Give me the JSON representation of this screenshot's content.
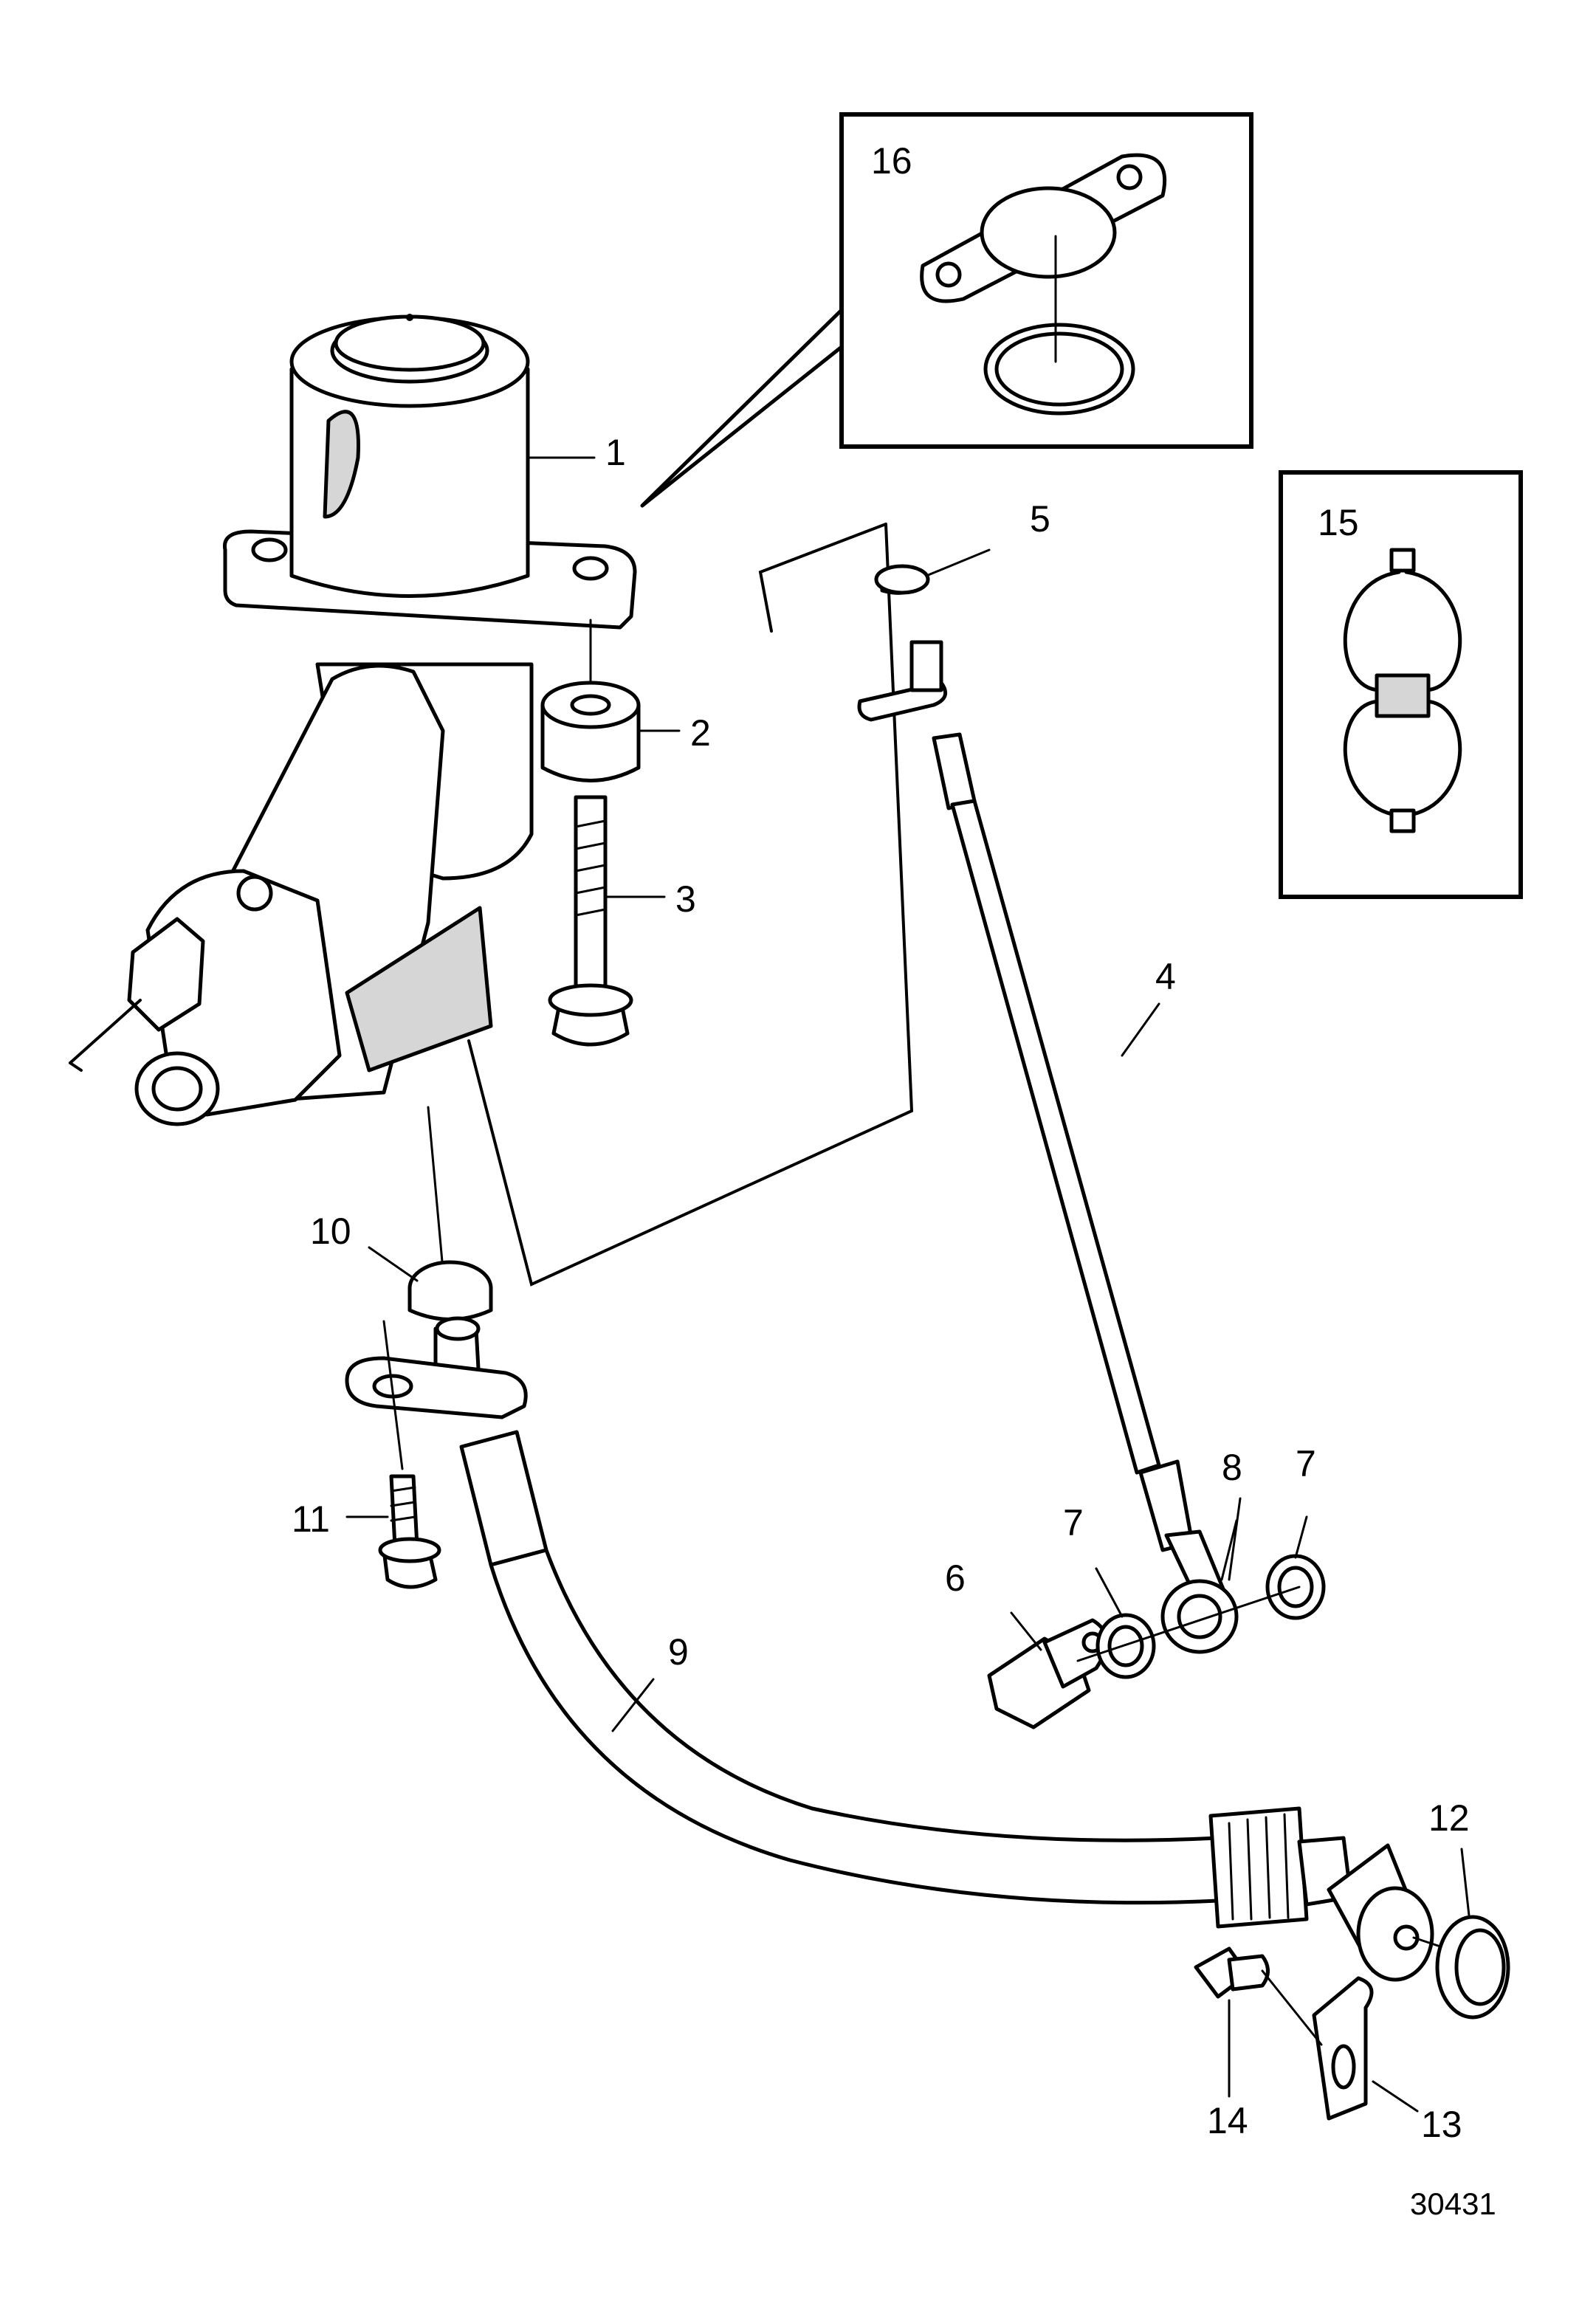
{
  "callouts": {
    "c1": "1",
    "c2": "2",
    "c3": "3",
    "c4": "4",
    "c5": "5",
    "c6": "6",
    "c7a": "7",
    "c7b": "7",
    "c8": "8",
    "c9": "9",
    "c10": "10",
    "c11": "11",
    "c12": "12",
    "c13": "13",
    "c14": "14",
    "c15": "15",
    "c16": "16"
  },
  "document_number": "30431"
}
